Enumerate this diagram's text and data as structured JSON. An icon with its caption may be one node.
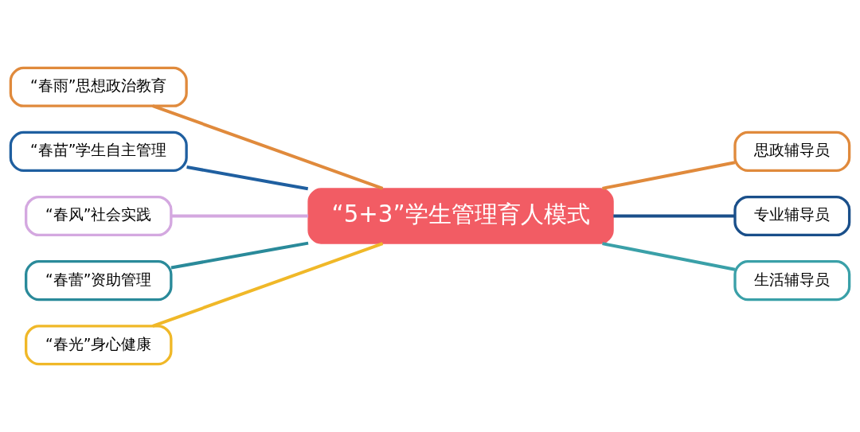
{
  "diagram": {
    "nodes": [
      {
        "text": [
          "“5+3”学生管理育人模式"
        ]
      },
      {
        "text": [
          "“春雨”思想政治教育"
        ]
      },
      {
        "text": [
          "“春苗”学生自主管理"
        ]
      },
      {
        "text": [
          "“春风”社会实践"
        ]
      },
      {
        "text": [
          "“春蕾”资助管理"
        ]
      },
      {
        "text": [
          "“春光”身心健康"
        ]
      },
      {
        "text": [
          "思政辅导员"
        ]
      },
      {
        "text": [
          "专业辅导员"
        ]
      },
      {
        "text": [
          "生活辅导员"
        ]
      }
    ],
    "edges": [
      {
        "from": 1,
        "to": 0,
        "arrow": "none",
        "color": "#e08a3c"
      },
      {
        "from": 2,
        "to": 0,
        "arrow": "none",
        "color": "#1f5fa0"
      },
      {
        "from": 3,
        "to": 0,
        "arrow": "none",
        "color": "#d4a8e0"
      },
      {
        "from": 4,
        "to": 0,
        "arrow": "none",
        "color": "#2a8a9a"
      },
      {
        "from": 5,
        "to": 0,
        "arrow": "none",
        "color": "#f0b828"
      },
      {
        "from": 0,
        "to": 6,
        "arrow": "none",
        "color": "#e08a3c"
      },
      {
        "from": 0,
        "to": 7,
        "arrow": "none",
        "color": "#1a4f8a"
      },
      {
        "from": 0,
        "to": 8,
        "arrow": "none",
        "color": "#3aa0a8"
      }
    ]
  }
}
